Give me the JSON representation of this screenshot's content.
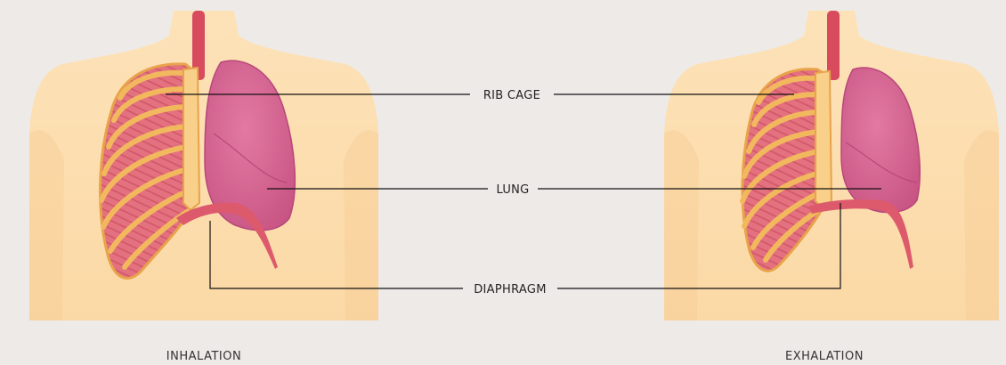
{
  "labels": {
    "rib_cage": "RIB CAGE",
    "lung": "LUNG",
    "diaphragm": "DIAPHRAGM"
  },
  "captions": {
    "left": "INHALATION",
    "right": "EXHALATION"
  },
  "colors": {
    "background": "#eeeae8",
    "skin": "#fbdcad",
    "ribs": "#f2b85e",
    "muscle": "#e2707f",
    "lung": "#d8628e",
    "artery": "#d84a5e",
    "leader_line": "#111111"
  }
}
